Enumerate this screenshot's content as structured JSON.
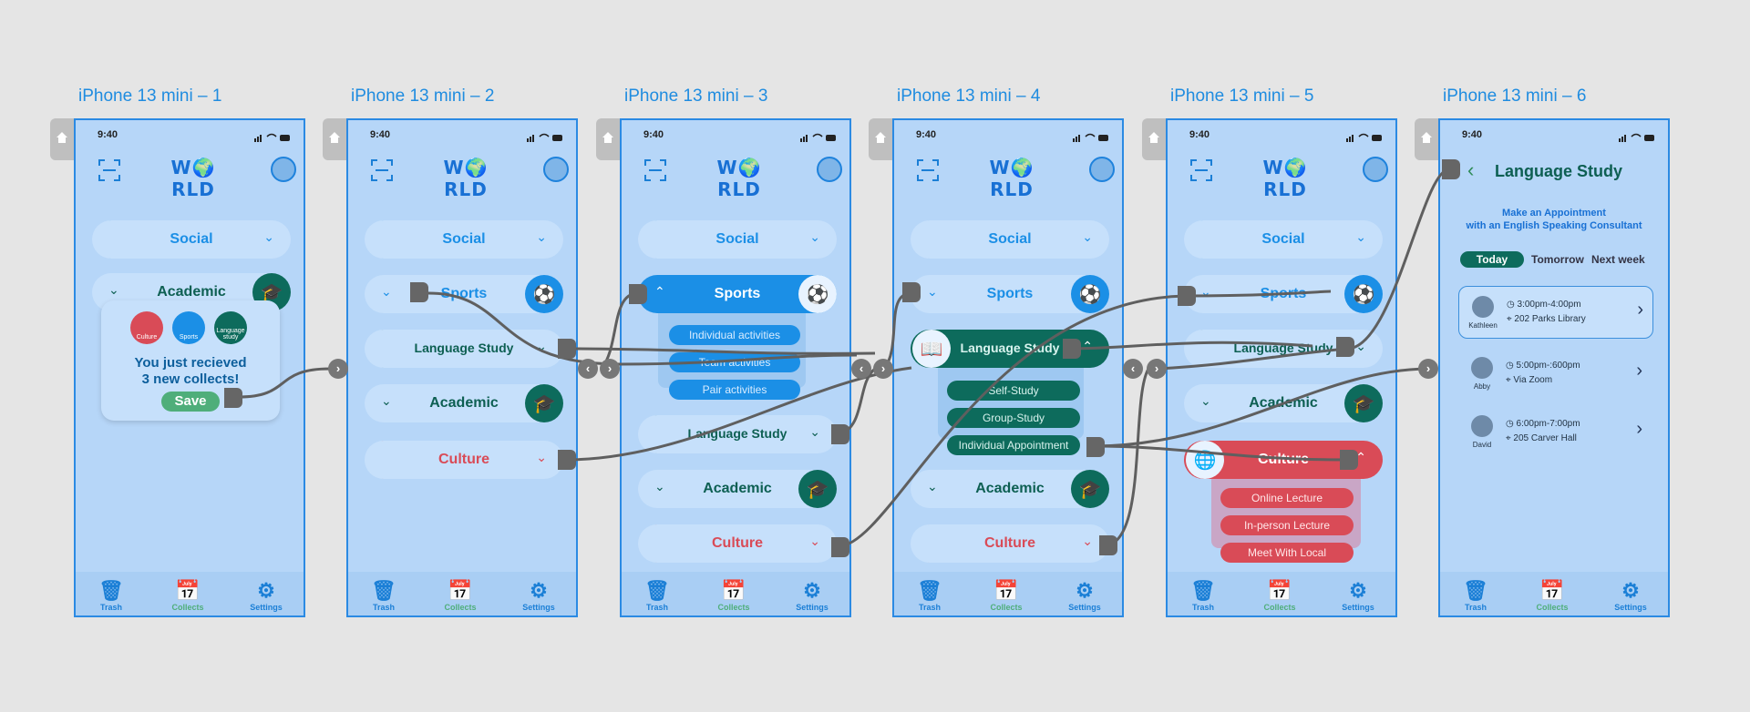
{
  "frames": [
    {
      "title": "iPhone 13 mini – 1"
    },
    {
      "title": "iPhone 13 mini – 2"
    },
    {
      "title": "iPhone 13 mini – 3"
    },
    {
      "title": "iPhone 13 mini – 4"
    },
    {
      "title": "iPhone 13 mini – 5"
    },
    {
      "title": "iPhone 13 mini – 6"
    }
  ],
  "status": {
    "time": "9:40"
  },
  "logo": "W🌍RLD",
  "categories": {
    "social": "Social",
    "sports": "Sports",
    "language": "Language Study",
    "academic": "Academic",
    "culture": "Culture"
  },
  "sports_subs": [
    "Individual activities",
    "Team activities",
    "Pair activities"
  ],
  "language_subs": [
    "Self-Study",
    "Group-Study",
    "Individual Appointment"
  ],
  "culture_subs": [
    "Online Lecture",
    "In-person Lecture",
    "Meet With Local"
  ],
  "popup": {
    "badges": [
      "Culture",
      "Sports",
      "Language study"
    ],
    "message_line1": "You just recieved",
    "message_line2": "3 new collects!",
    "save": "Save"
  },
  "tabs": {
    "trash": "Trash",
    "collects": "Collects",
    "settings": "Settings"
  },
  "appointment": {
    "title": "Language Study",
    "subtitle_line1": "Make an Appointment",
    "subtitle_line2": "with an English Speaking Consultant",
    "days": [
      "Today",
      "Tomorrow",
      "Next week"
    ],
    "slots": [
      {
        "name": "Kathleen",
        "time": "3:00pm-4:00pm",
        "place": "202 Parks Library"
      },
      {
        "name": "Abby",
        "time": "5:00pm-:600pm",
        "place": "Via Zoom"
      },
      {
        "name": "David",
        "time": "6:00pm-7:00pm",
        "place": "205 Carver Hall"
      }
    ]
  },
  "colors": {
    "accent": "#1b8fe6",
    "green": "#0d6b5c",
    "red": "#d94b57",
    "frame": "#b6d6f8"
  }
}
